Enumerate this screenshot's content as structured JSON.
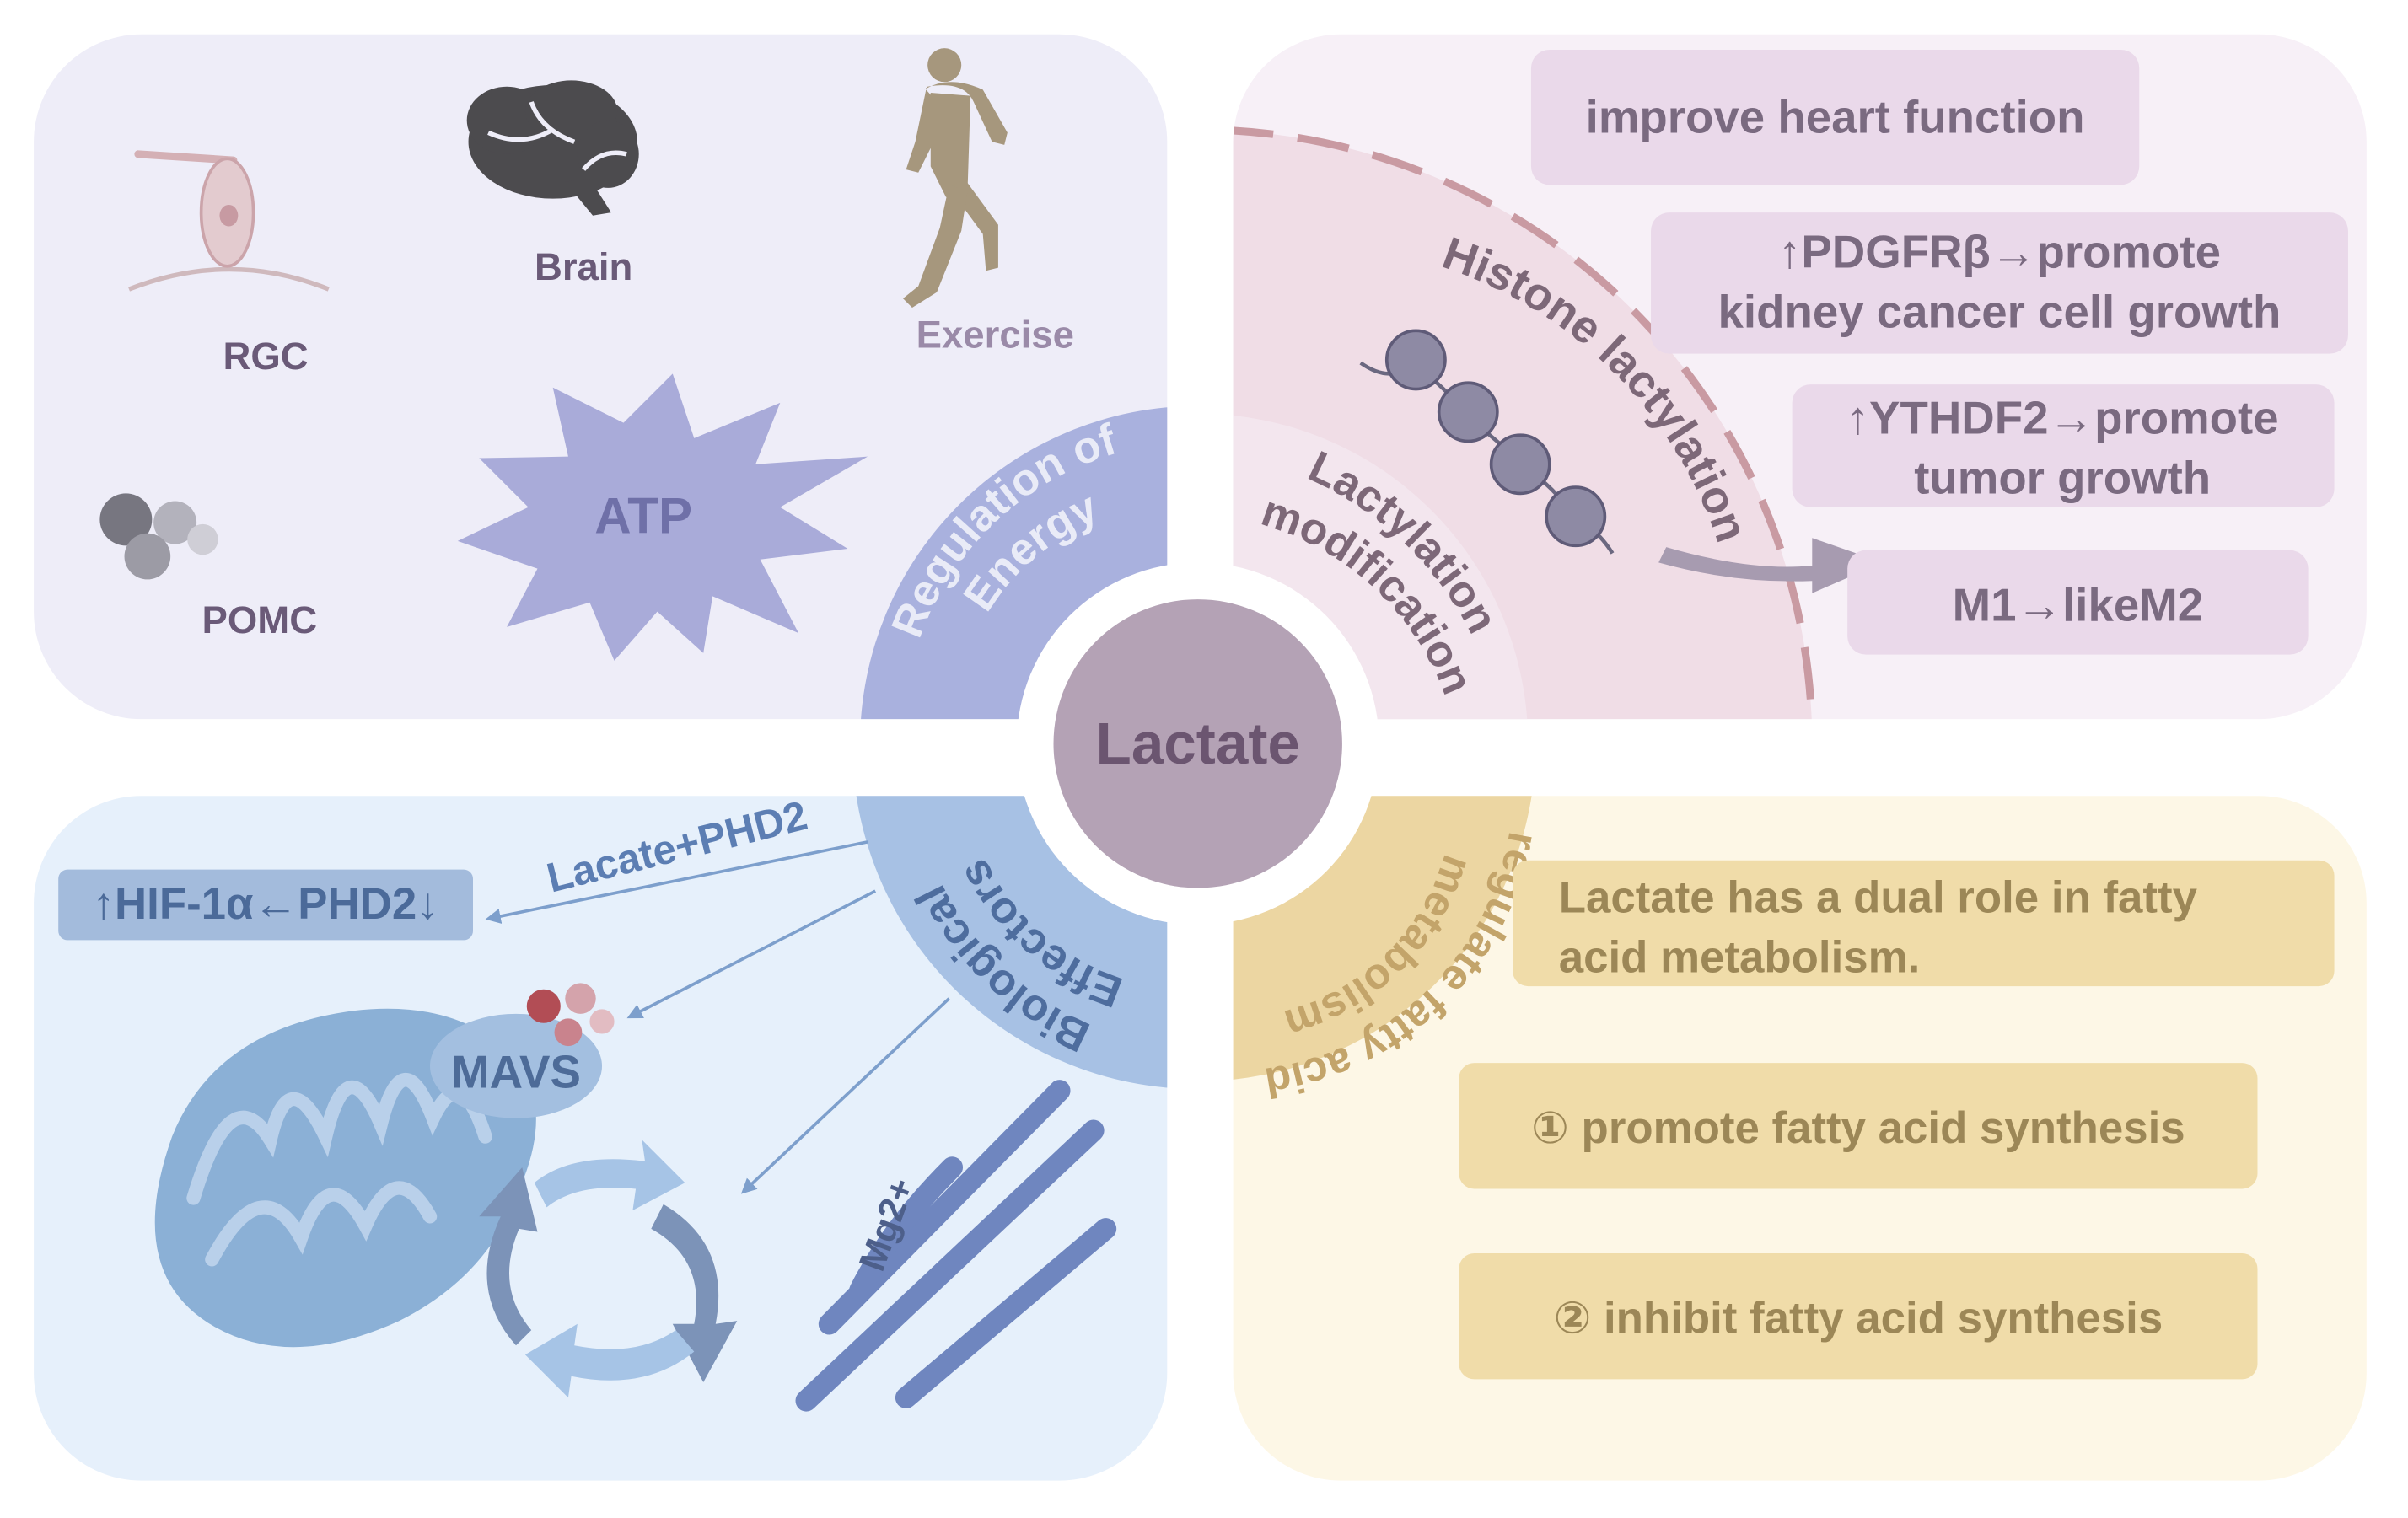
{
  "center": {
    "label": "Lactate"
  },
  "quadrants": {
    "energy": {
      "arc_label_line1": "Regulation of",
      "arc_label_line2": "Energy",
      "rgc": "RGC",
      "brain": "Brain",
      "exercise": "Exercise",
      "pomc": "POMC",
      "atp": "ATP"
    },
    "lactylation": {
      "outer_arc_label": "Histone lactylation",
      "inner_arc_line1": "Lactylation",
      "inner_arc_line2": "modification",
      "boxes": [
        {
          "lines": [
            "improve heart function"
          ]
        },
        {
          "lines": [
            "↑PDGFRβ→promote",
            "kidney cancer cell growth"
          ]
        },
        {
          "lines": [
            "↑YTHDF2→promote",
            "tumor growth"
          ]
        },
        {
          "lines": [
            "M1→likeM2"
          ]
        }
      ]
    },
    "effectors": {
      "arc_label_line1": "Biological",
      "arc_label_line2": "Effectors",
      "arrow_label": "Lacate+PHD2",
      "hif_box": "↑HIF-1α←PHD2↓",
      "mavs": "MAVS",
      "mg": "Mg2+"
    },
    "fatty": {
      "arc_label_line1": "regulate fatty acid",
      "arc_label_line2": "metabolism",
      "dual_role_line1": "Lactate has a dual role in fatty",
      "dual_role_line2": "acid metabolism.",
      "promote": "① promote fatty acid synthesis",
      "inhibit": "② inhibit fatty acid synthesis"
    }
  },
  "colors": {
    "energy_bg": "#eeedf8",
    "lactylation_bg": "#f7f0f7",
    "effectors_bg": "#e6f0fb",
    "fatty_bg": "#fdf7e6",
    "center_fill": "#b4a2b5",
    "label_purple": "#6a5a78",
    "atp_fill": "#a9abd9",
    "arc_energy": "#a9b1de",
    "arc_effectors": "#a7c1e4",
    "arc_fatty": "#ecd6a2",
    "lact_box": "#ead9ea",
    "fatty_box": "#f0dca9",
    "hif_box": "#a3bbdc",
    "dashed_arc": "#c99aa2"
  }
}
